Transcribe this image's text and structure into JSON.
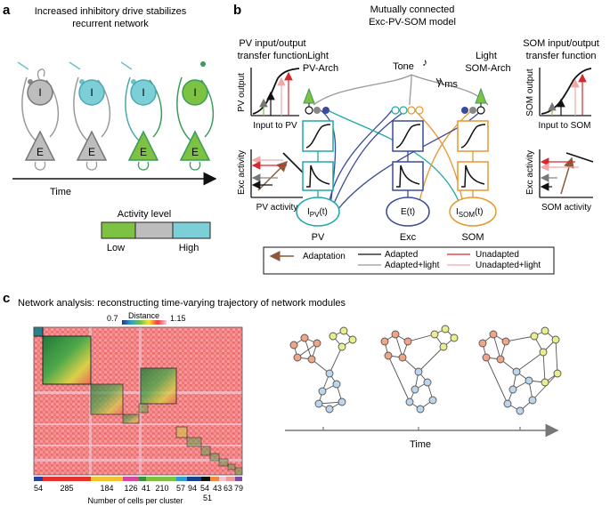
{
  "panel_a": {
    "letter": "a",
    "title_line1": "Increased inhibitory drive stabilizes",
    "title_line2": "recurrent network",
    "node_i": "I",
    "node_e": "E",
    "time_label": "Time",
    "activity_title": "Activity level",
    "activity_low": "Low",
    "activity_high": "High",
    "colors": {
      "low": "#7dc242",
      "mid": "#bdbdbd",
      "high": "#7ccfd6"
    }
  },
  "panel_b": {
    "letter": "b",
    "title_line1": "Mutually connected",
    "title_line2": "Exc-PV-SOM model",
    "pv_tf_line1": "PV input/output",
    "pv_tf_line2": "transfer function",
    "pv_tf_ylabel": "PV output",
    "pv_tf_xlabel": "Input to PV",
    "pv_act_ylabel": "Exc activity",
    "pv_act_xlabel": "PV activity",
    "light_pv_line1": "Light",
    "light_pv_line2": "PV-Arch",
    "tone": "Tone",
    "delay": "7 ms",
    "light_som_line1": "Light",
    "light_som_line2": "SOM-Arch",
    "som_tf_line1": "SOM input/output",
    "som_tf_line2": "transfer function",
    "som_tf_ylabel": "SOM output",
    "som_tf_xlabel": "Input to SOM",
    "som_act_ylabel": "Exc activity",
    "som_act_xlabel": "SOM activity",
    "i_pv": "I",
    "i_pv_sub": "PV",
    "i_pv_suffix": "(t)",
    "e_t": "E(t)",
    "i_som": "I",
    "i_som_sub": "SOM",
    "i_som_suffix": "(t)",
    "pop_pv": "PV",
    "pop_exc": "Exc",
    "pop_som": "SOM",
    "legend": {
      "adaptation": "Adaptation",
      "adapted": "Adapted",
      "adapted_light": "Adapted+light",
      "unadapted": "Unadapted",
      "unadapted_light": "Unadapted+light"
    },
    "colors": {
      "pv": "#1fa8a8",
      "exc": "#3b4a9a",
      "som": "#e8962e",
      "arrow_brown": "#8b5a3c",
      "red": "#d6282a"
    }
  },
  "panel_c": {
    "letter": "c",
    "title": "Network analysis: reconstructing time-varying trajectory of network modules",
    "colorbar_label": "Distance",
    "colorbar_min": "0.7",
    "colorbar_max": "1.15",
    "cluster_sizes": [
      "54",
      "285",
      "184",
      "126",
      "41",
      "210",
      "57",
      "94",
      "54",
      "51",
      "43",
      "63",
      "79"
    ],
    "xlabel": "Number of cells per cluster",
    "time_label": "Time"
  }
}
